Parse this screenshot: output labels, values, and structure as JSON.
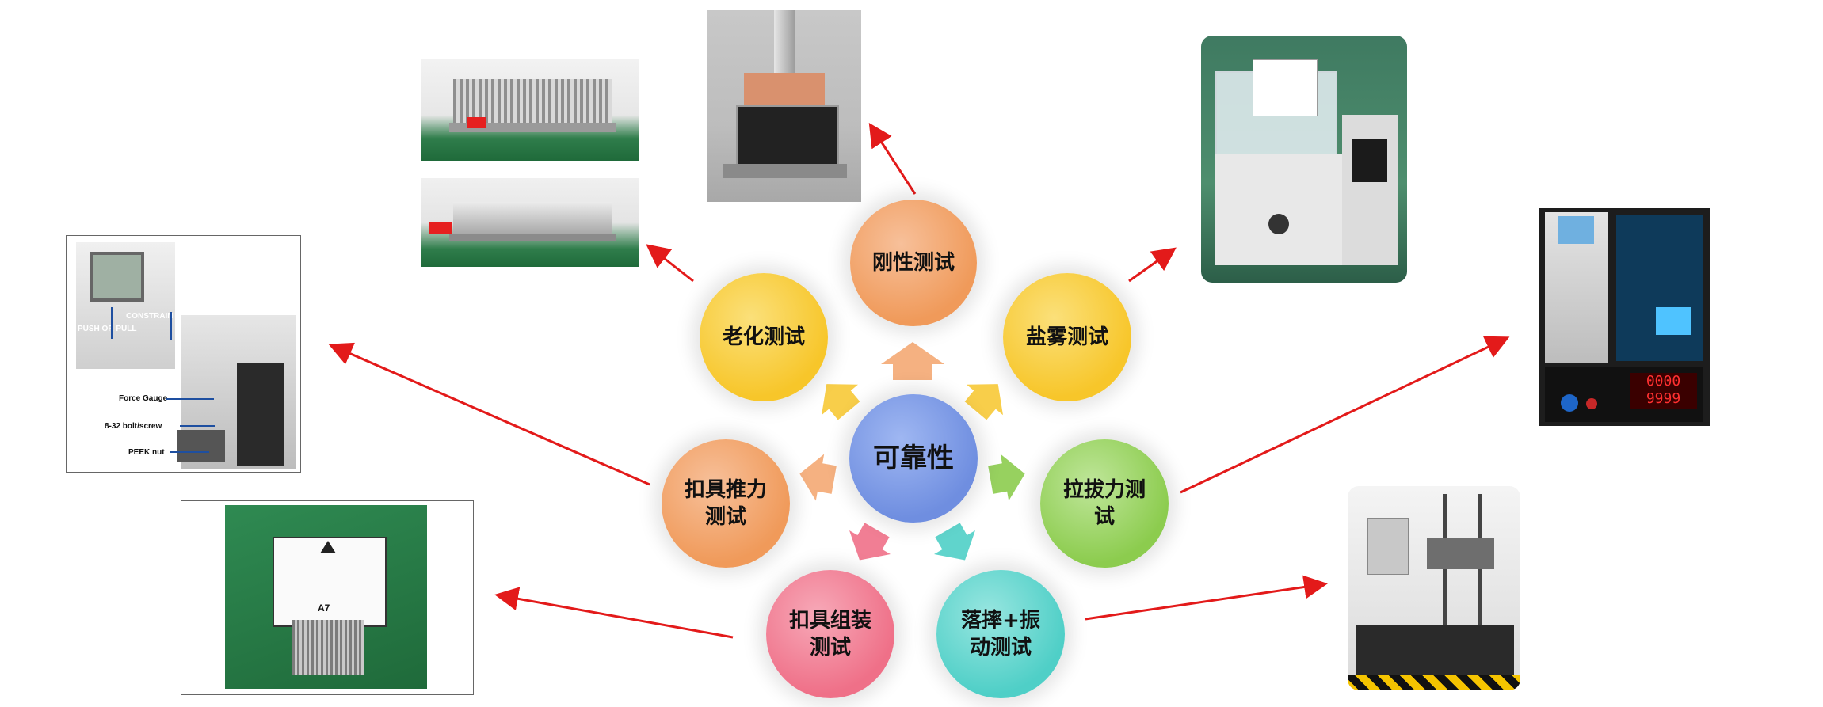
{
  "center": {
    "label": "可靠性",
    "color": "#6f8ee0"
  },
  "nodes": [
    {
      "id": "rigidity",
      "label": "刚性测试",
      "color": "#f09a5a"
    },
    {
      "id": "aging",
      "label": "老化测试",
      "color": "#f7c62a"
    },
    {
      "id": "salt_spray",
      "label": "盐雾测试",
      "color": "#f7c62a"
    },
    {
      "id": "clip_push",
      "label": "扣具推力测试",
      "color": "#f09a5a"
    },
    {
      "id": "pull_force",
      "label": "拉拔力测试",
      "color": "#8ccc4e"
    },
    {
      "id": "clip_assembly",
      "label": "扣具组装测试",
      "color": "#ef7088"
    },
    {
      "id": "drop_vibration",
      "label": "落摔+振动测试",
      "color": "#4fcfc7"
    }
  ],
  "annotations": {
    "force_gauge": "Force Gauge",
    "bolt_screw": "8-32 bolt/screw",
    "peek_nut": "PEEK nut",
    "push_or_pull": "PUSH OR PULL",
    "constrain": "CONSTRAIN",
    "clip_tag": "A7"
  },
  "colors": {
    "arrow": "#e31a1a"
  }
}
